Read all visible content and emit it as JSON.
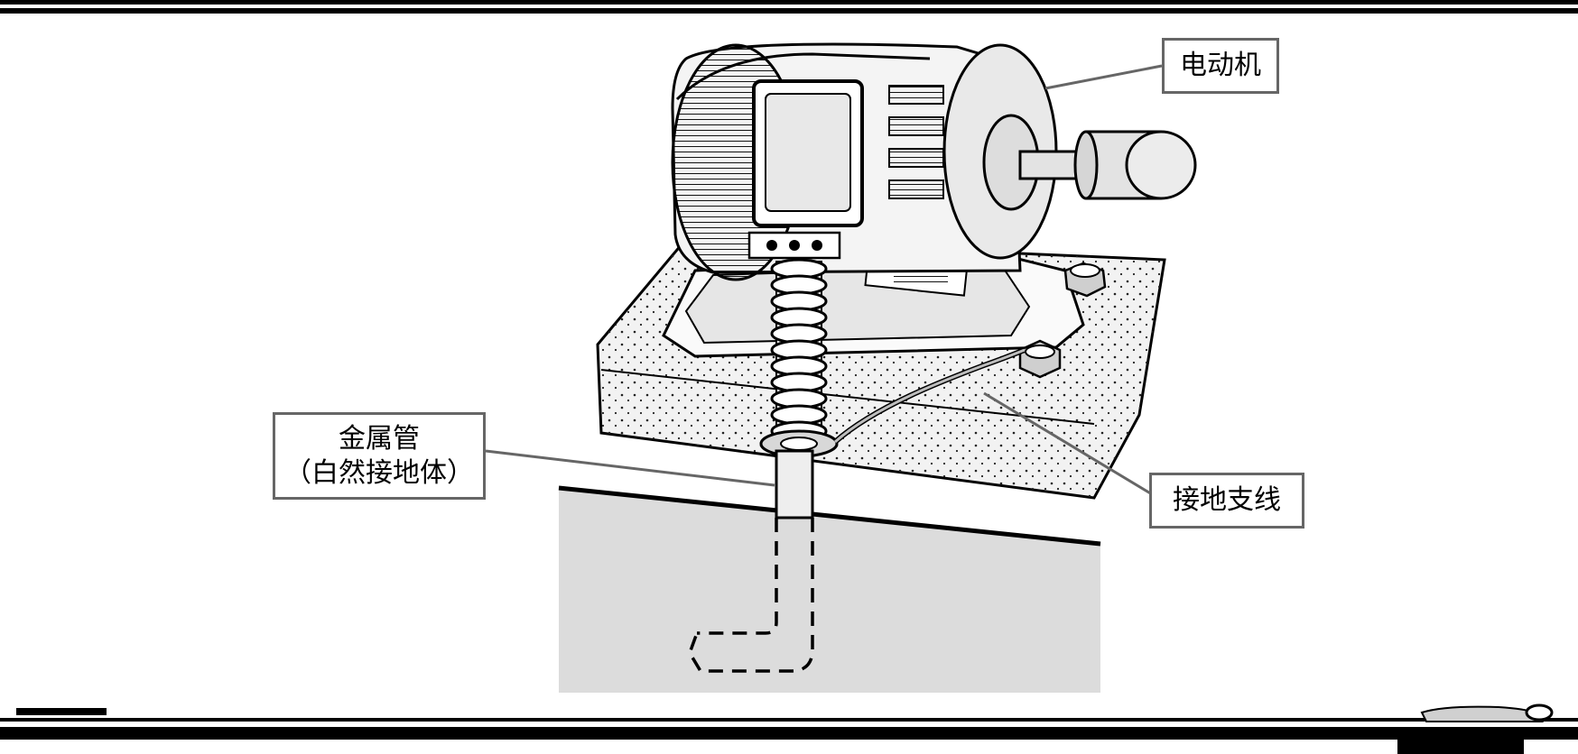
{
  "labels": {
    "motor": "电动机",
    "pipe_line1": "金属管",
    "pipe_line2": "（白然接地体）",
    "branch_wire": "接地支线"
  },
  "colors": {
    "ground": "#dcdcdc",
    "concrete": "#f2f2f2",
    "callout": "#666666",
    "rule": "#000000"
  }
}
